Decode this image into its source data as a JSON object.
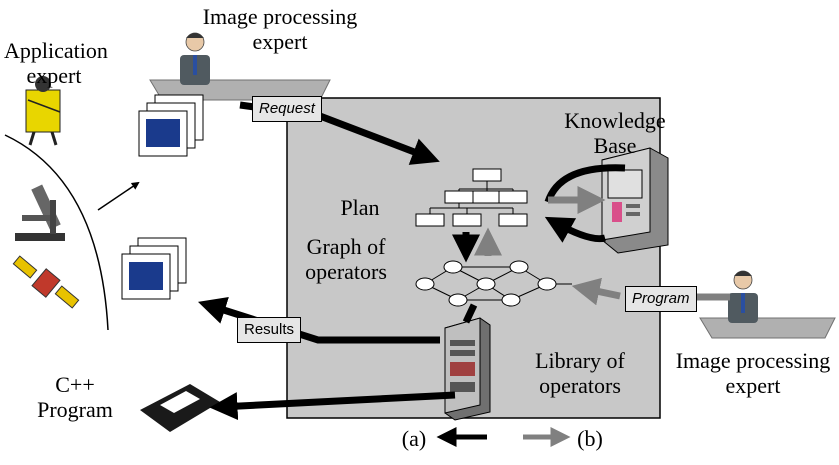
{
  "title_top": {
    "line1": "Image processing",
    "line2": "expert"
  },
  "application_expert": {
    "line1": "Application",
    "line2": "expert"
  },
  "knowledge_base": {
    "line1": "Knowledge",
    "line2": "Base"
  },
  "plan_label": "Plan",
  "graph_label": {
    "line1": "Graph of",
    "line2": "operators"
  },
  "library_label": {
    "line1": "Library of",
    "line2": "operators"
  },
  "ip_expert_right": {
    "line1": "Image processing",
    "line2": "expert"
  },
  "cpp_program": {
    "line1": "C++",
    "line2": "Program"
  },
  "tags": {
    "request": "Request",
    "results": "Results",
    "program": "Program"
  },
  "legend": {
    "a": "(a)",
    "b": "(b)"
  },
  "colors": {
    "panel": "#c8c8c8",
    "arrow_a": "#000000",
    "arrow_b": "#808080",
    "tag_bg": "#e6e6e6"
  }
}
